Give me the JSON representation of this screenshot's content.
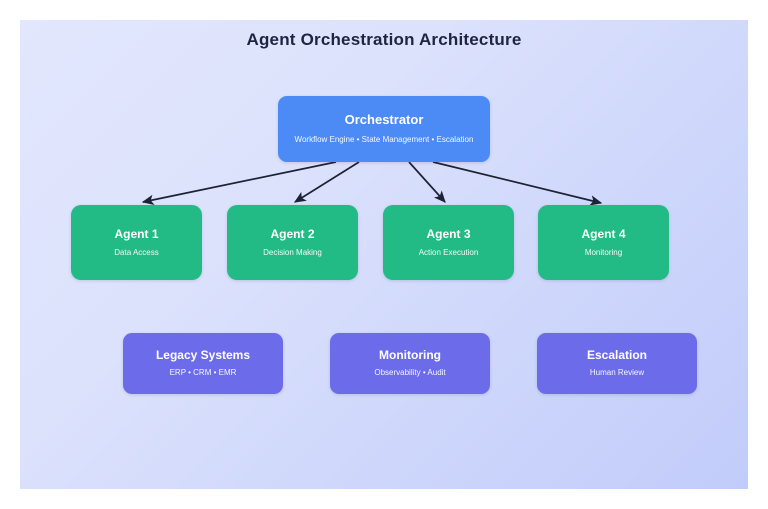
{
  "diagram": {
    "title": "Agent Orchestration Architecture",
    "background_color": "#dde3fb",
    "title_color": "#1f2440",
    "orchestrator": {
      "label": "Orchestrator",
      "sublabel": "Workflow Engine • State Management • Escalation",
      "color": "#4c8bf5"
    },
    "agents": [
      {
        "label": "Agent 1",
        "sublabel": "Data Access",
        "color": "#22bb85"
      },
      {
        "label": "Agent 2",
        "sublabel": "Decision Making",
        "color": "#22bb85"
      },
      {
        "label": "Agent 3",
        "sublabel": "Action Execution",
        "color": "#22bb85"
      },
      {
        "label": "Agent 4",
        "sublabel": "Monitoring",
        "color": "#22bb85"
      }
    ],
    "support": [
      {
        "label": "Legacy Systems",
        "sublabel": "ERP • CRM • EMR",
        "color": "#6c6ceb"
      },
      {
        "label": "Monitoring",
        "sublabel": "Observability • Audit",
        "color": "#6c6ceb"
      },
      {
        "label": "Escalation",
        "sublabel": "Human Review",
        "color": "#6c6ceb"
      }
    ],
    "connectors": {
      "color": "#1e2235",
      "style": "solid-arrow",
      "edges": [
        {
          "from": "orchestrator",
          "to": "Agent 1"
        },
        {
          "from": "orchestrator",
          "to": "Agent 2"
        },
        {
          "from": "orchestrator",
          "to": "Agent 3"
        },
        {
          "from": "orchestrator",
          "to": "Agent 4"
        }
      ]
    }
  }
}
